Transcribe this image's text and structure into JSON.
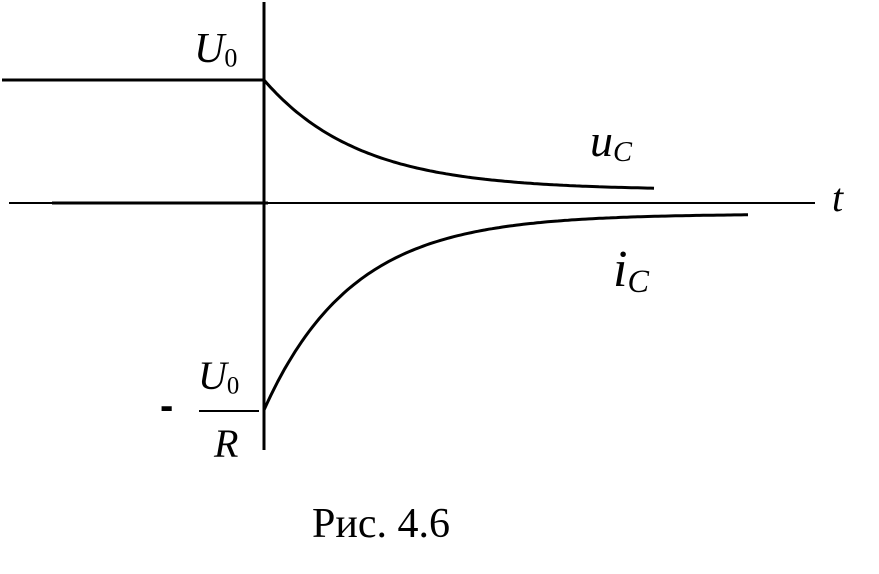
{
  "labels": {
    "u0_letter": "U",
    "u0_subscript": "0",
    "uc_letter": "u",
    "uc_subscript": "C",
    "t_axis": "t",
    "ic_letter": "i",
    "ic_subscript": "C",
    "minus_sign": "-",
    "fraction_numerator_letter": "U",
    "fraction_numerator_subscript": "0",
    "fraction_denominator": "R"
  },
  "caption": "Рис. 4.6",
  "colors": {
    "line": "#000000",
    "background": "#ffffff"
  }
}
